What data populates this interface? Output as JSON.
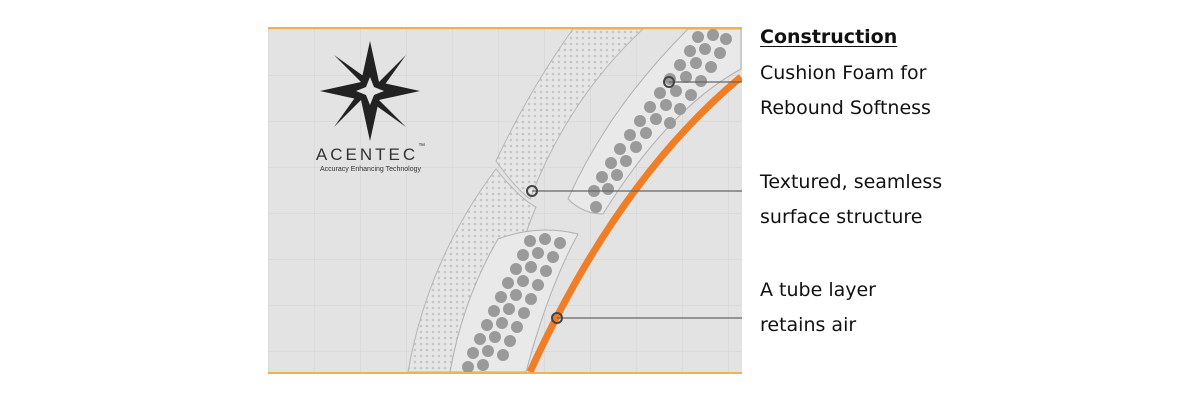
{
  "brand": {
    "name": "ACENTEC",
    "trademark": "™",
    "tagline": "Accuracy Enhancing Technology",
    "logo_icon": "four-point-star-icon"
  },
  "section_title": "Construction",
  "callouts": [
    {
      "lines": [
        "Cushion Foam for",
        "Rebound Softness"
      ]
    },
    {
      "lines": [
        "Textured, seamless",
        "surface structure"
      ]
    },
    {
      "lines": [
        "A tube layer",
        "retains air"
      ]
    }
  ],
  "colors": {
    "frame_accent": "#f1b14e",
    "tube_layer": "#f07e26",
    "background_panel": "#e3e3e3",
    "foam_ball": "#9a9a9a"
  }
}
